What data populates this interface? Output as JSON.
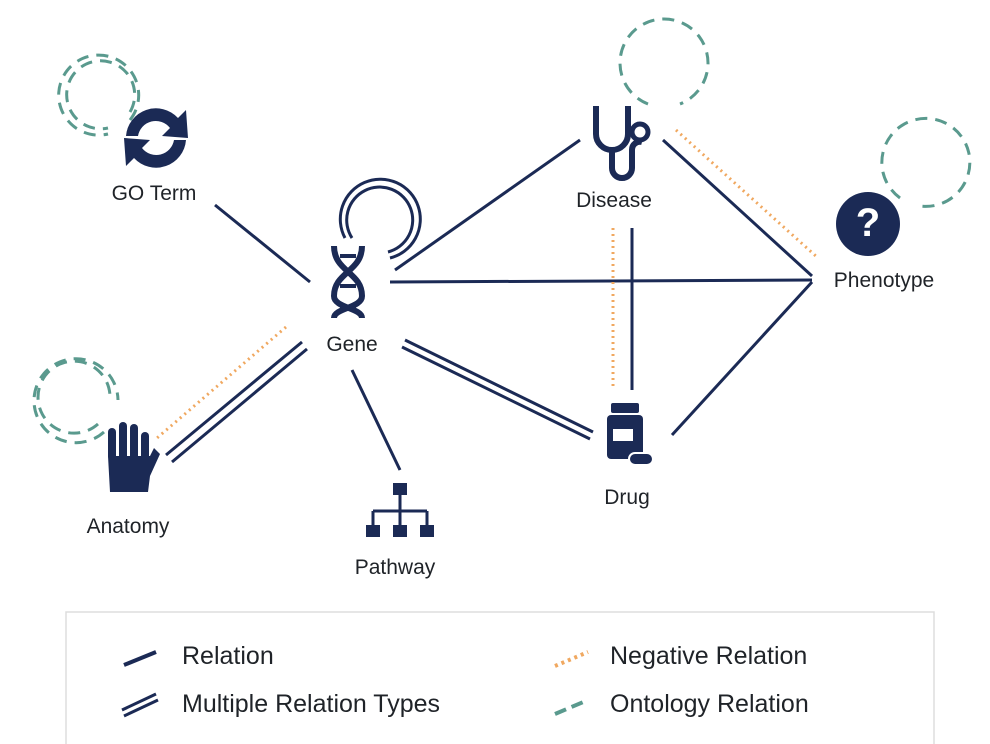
{
  "colors": {
    "relation": "#1b2a55",
    "negative_relation": "#f0a860",
    "ontology_relation": "#5a9a8e",
    "legend_border": "#dddddd"
  },
  "nodes": {
    "go_term": {
      "label": "GO Term",
      "icon": "cycle-arrows-icon"
    },
    "gene": {
      "label": "Gene",
      "icon": "dna-icon"
    },
    "disease": {
      "label": "Disease",
      "icon": "stethoscope-icon"
    },
    "phenotype": {
      "label": "Phenotype",
      "icon": "question-mark-icon"
    },
    "anatomy": {
      "label": "Anatomy",
      "icon": "hand-icon"
    },
    "pathway": {
      "label": "Pathway",
      "icon": "hierarchy-icon"
    },
    "drug": {
      "label": "Drug",
      "icon": "pill-bottle-icon"
    }
  },
  "legend": {
    "relation": "Relation",
    "multiple": "Multiple Relation Types",
    "negative": "Negative Relation",
    "ontology": "Ontology Relation"
  }
}
